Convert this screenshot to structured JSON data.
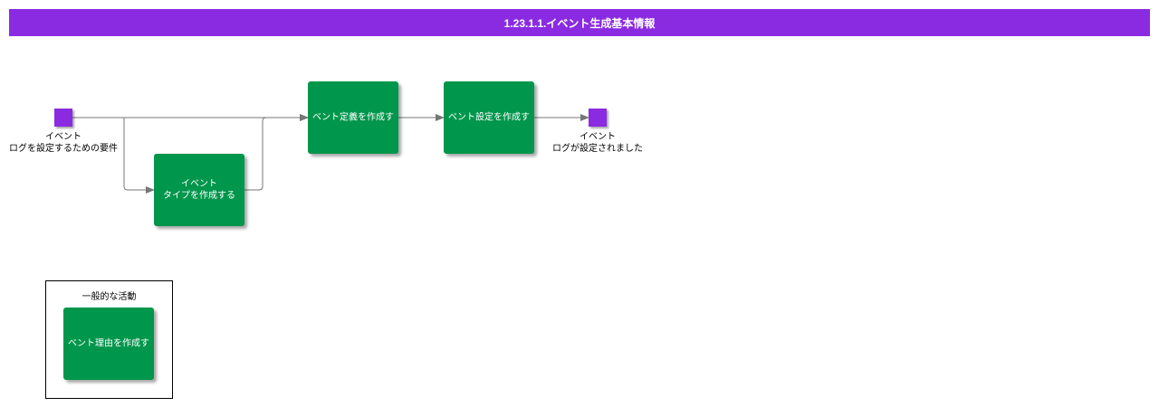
{
  "title": "1.23.1.1.イベント生成基本情報",
  "colors": {
    "title_bg": "#8a2be2",
    "event": "#8a2be2",
    "activity": "#00964b",
    "edge": "#777777"
  },
  "events": {
    "start": {
      "label": "イベント\nログを設定するための要件"
    },
    "end": {
      "label": "イベント\nログが設定されました"
    }
  },
  "activities": {
    "create_type": {
      "label": "イベント\nタイプを作成する"
    },
    "create_definition": {
      "label": "ベント定義を作成す"
    },
    "create_settings": {
      "label": "ベント設定を作成す"
    }
  },
  "legend": {
    "title": "一般的な活動",
    "activity": {
      "label": "ベント理由を作成す"
    }
  }
}
